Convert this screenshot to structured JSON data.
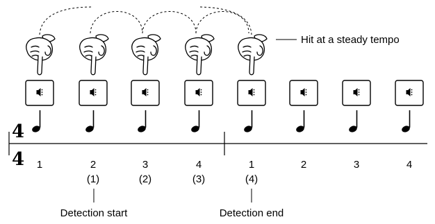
{
  "caption": "Hit at a steady tempo",
  "time_signature": {
    "top": "4",
    "bottom": "4"
  },
  "hits": 5,
  "pads": 8,
  "beats": [
    "1",
    "2",
    "3",
    "4",
    "1",
    "2",
    "3",
    "4"
  ],
  "counts": [
    "(1)",
    "(2)",
    "(3)",
    "(4)"
  ],
  "markers": {
    "start": "Detection start",
    "end": "Detection end"
  }
}
